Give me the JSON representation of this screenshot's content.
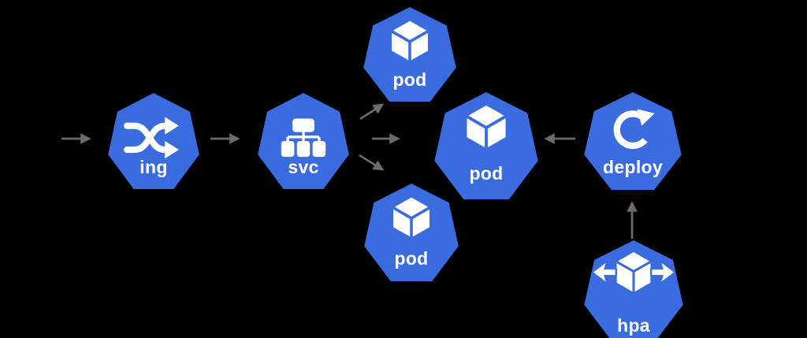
{
  "diagram": {
    "colors": {
      "background": "#000000",
      "node_fill": "#3a6ce0",
      "icon": "#ffffff",
      "arrow": "#6b6b6b"
    },
    "nodes": [
      {
        "id": "ing",
        "label": "ing",
        "icon": "shuffle-icon"
      },
      {
        "id": "svc",
        "label": "svc",
        "icon": "sitemap-icon"
      },
      {
        "id": "pod-top",
        "label": "pod",
        "icon": "cube-icon"
      },
      {
        "id": "pod-middle",
        "label": "pod",
        "icon": "cube-icon"
      },
      {
        "id": "pod-bottom",
        "label": "pod",
        "icon": "cube-icon"
      },
      {
        "id": "deploy",
        "label": "deploy",
        "icon": "circular-arrow-icon"
      },
      {
        "id": "hpa",
        "label": "hpa",
        "icon": "scale-cube-icon"
      }
    ],
    "edges": [
      {
        "from": "external",
        "to": "ing"
      },
      {
        "from": "ing",
        "to": "svc"
      },
      {
        "from": "svc",
        "to": "pod-top"
      },
      {
        "from": "svc",
        "to": "pod-middle"
      },
      {
        "from": "svc",
        "to": "pod-bottom"
      },
      {
        "from": "deploy",
        "to": "pod-middle"
      },
      {
        "from": "hpa",
        "to": "deploy"
      }
    ]
  }
}
